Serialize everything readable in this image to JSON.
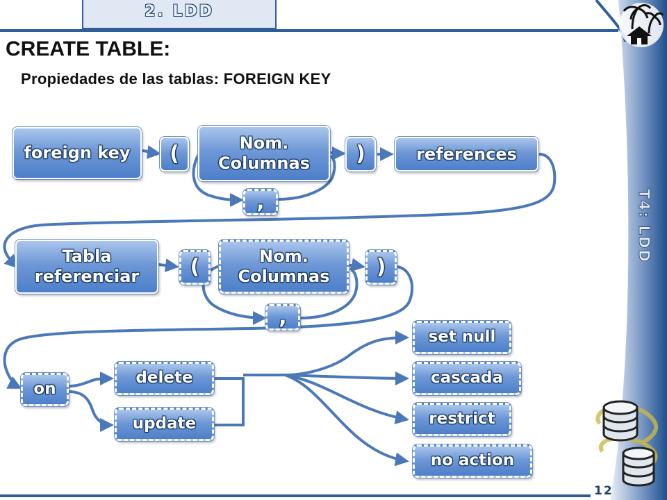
{
  "header": {
    "section_tab": "2. LDD"
  },
  "slide": {
    "title": "CREATE TABLE:",
    "subtitle": "Propiedades de las tablas: FOREIGN KEY"
  },
  "diagram": {
    "row1": {
      "foreign_key": "foreign key",
      "open_paren": "(",
      "columns": "Nom. Columnas",
      "close_paren": ")",
      "references": "references",
      "comma": ","
    },
    "row2": {
      "table": "Tabla referenciar",
      "open_paren": "(",
      "columns": "Nom. Columnas",
      "close_paren": ")",
      "comma": ","
    },
    "row3": {
      "on": "on",
      "delete": "delete",
      "update": "update",
      "options": [
        "set null",
        "cascada",
        "restrict",
        "no action"
      ]
    }
  },
  "sidebar": {
    "vertical_label": "T4: LDD",
    "page_number": "12"
  },
  "colors": {
    "accent": "#2e5d9a",
    "node_fill": "#6e98d6",
    "connector": "#4a78b8",
    "sidebar_dark": "#1f4f8f"
  }
}
